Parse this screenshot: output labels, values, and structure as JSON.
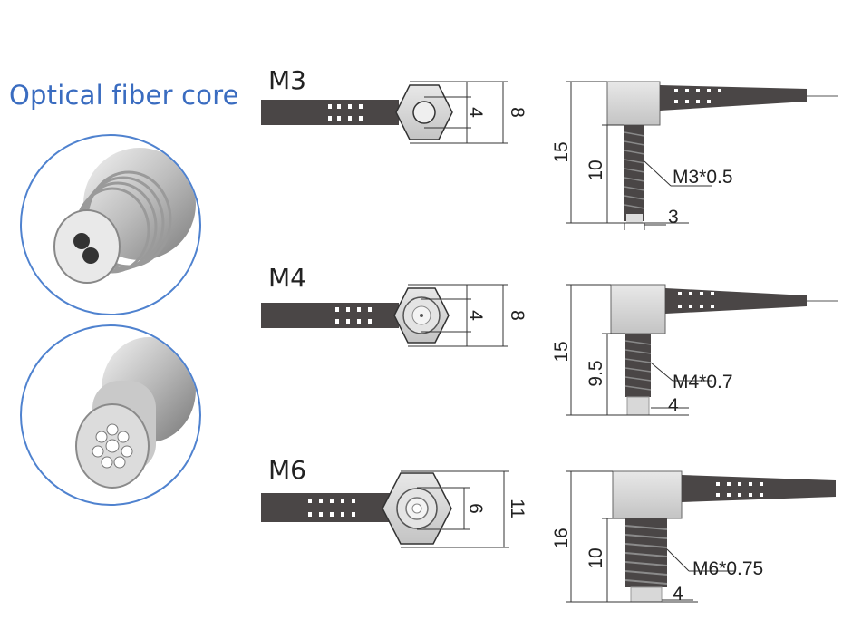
{
  "title": "Optical fiber core",
  "models": [
    {
      "name": "M3",
      "front_dims": [
        "4",
        "8"
      ],
      "side_dims": [
        "15",
        "10"
      ],
      "thread": "M3*0.5",
      "tip": "3"
    },
    {
      "name": "M4",
      "front_dims": [
        "4",
        "8"
      ],
      "side_dims": [
        "15",
        "9.5"
      ],
      "thread": "M4*0.7",
      "tip": "4"
    },
    {
      "name": "M6",
      "front_dims": [
        "6",
        "11"
      ],
      "side_dims": [
        "16",
        "10"
      ],
      "thread": "M6*0.75",
      "tip": "4"
    }
  ],
  "colors": {
    "accent": "#3a6cc0",
    "cable": "#4a4646",
    "metal": "#d6d6d6"
  }
}
